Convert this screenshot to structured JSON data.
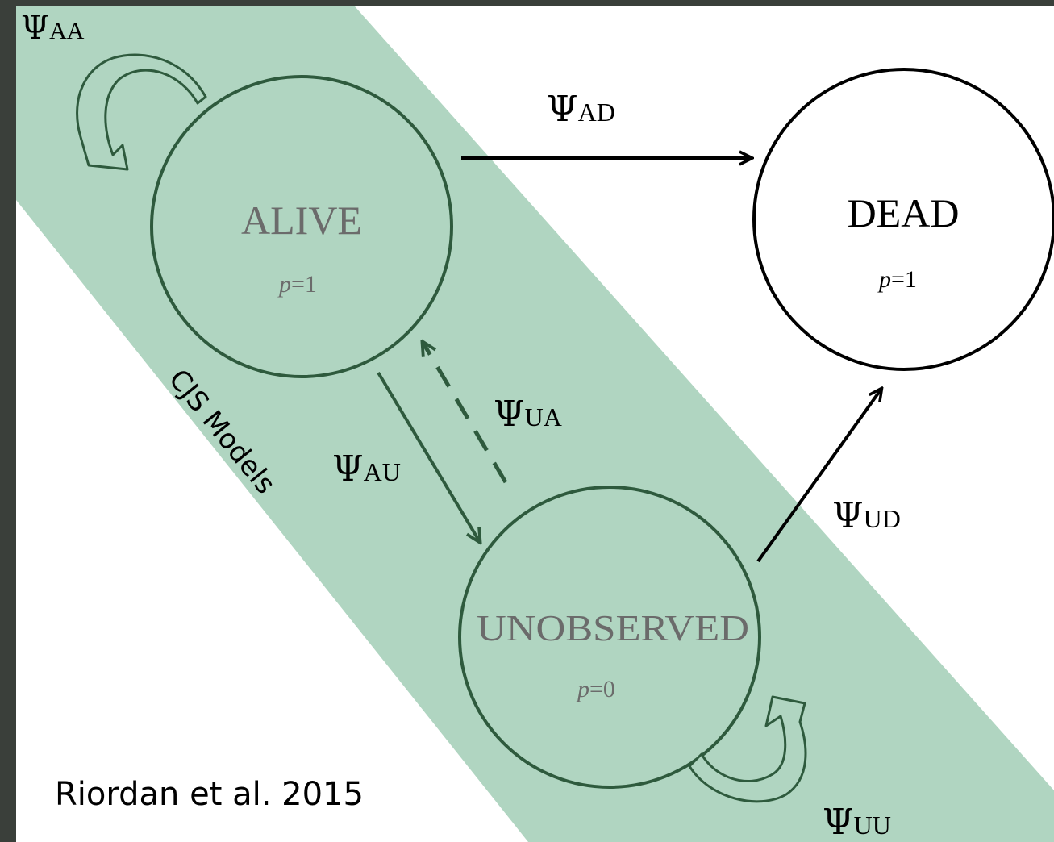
{
  "colors": {
    "background_dark": "#3a3f3a",
    "panel_white": "#ffffff",
    "band_green": "#b0d5c1",
    "stroke_green": "#2e5a3d",
    "stroke_black": "#000000",
    "label_gray": "#6b6b6b"
  },
  "band": {
    "label": "CJS Models"
  },
  "states": {
    "alive": {
      "name": "ALIVE",
      "p_symbol": "p",
      "p_value": "=1"
    },
    "dead": {
      "name": "DEAD",
      "p_symbol": "p",
      "p_value": "=1"
    },
    "unobserved": {
      "name": "UNOBSERVED",
      "p_symbol": "p",
      "p_value": "=0"
    }
  },
  "transitions": {
    "aa": {
      "symbol": "Ψ",
      "subscript": "AA"
    },
    "ad": {
      "symbol": "Ψ",
      "subscript": "AD"
    },
    "au": {
      "symbol": "Ψ",
      "subscript": "AU"
    },
    "ua": {
      "symbol": "Ψ",
      "subscript": "UA"
    },
    "ud": {
      "symbol": "Ψ",
      "subscript": "UD"
    },
    "uu": {
      "symbol": "Ψ",
      "subscript": "UU"
    }
  },
  "citation": "Riordan et al. 2015"
}
